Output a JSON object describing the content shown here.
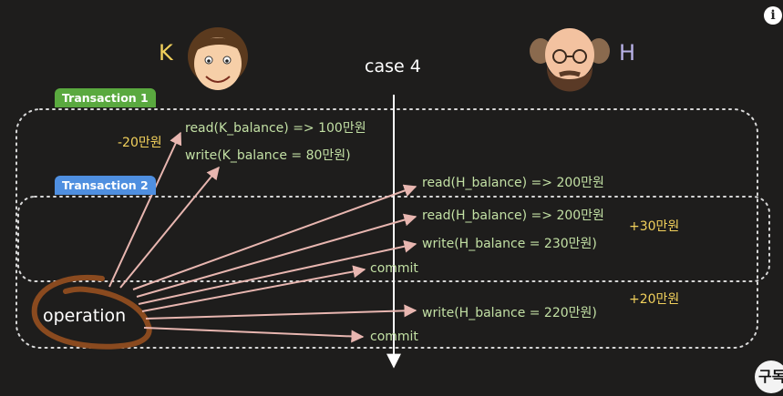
{
  "title": "case 4",
  "persons": {
    "k_letter": "K",
    "h_letter": "H"
  },
  "tags": {
    "t1": "Transaction 1",
    "t2": "Transaction 2"
  },
  "operation_label": "operation",
  "transaction1_ops": {
    "read": "read(K_balance) => 100만원",
    "write": "write(K_balance = 80만원)",
    "delta": "-20만원"
  },
  "transaction1_later": {
    "read": "read(H_balance) => 200만원",
    "write": "write(H_balance = 220만원)",
    "commit": "commit",
    "delta": "+20만원"
  },
  "transaction2_ops": {
    "read": "read(H_balance) => 200만원",
    "write": "write(H_balance = 230만원)",
    "commit": "commit",
    "delta": "+30만원"
  },
  "corner_badge": "구독",
  "colors": {
    "background": "#1e1d1c",
    "t1_tag": "#5aa93f",
    "t2_tag": "#4f8fe0",
    "op_text": "#c2e0a4",
    "arrow": "#e8b6b0",
    "accent_yellow": "#f2d15c",
    "h_letter": "#b9b2e8",
    "operation_circle": "#8a4a1f"
  },
  "icons": {
    "info": "info-icon",
    "avatar_k": "avatar-k-face",
    "avatar_h": "avatar-h-face"
  }
}
